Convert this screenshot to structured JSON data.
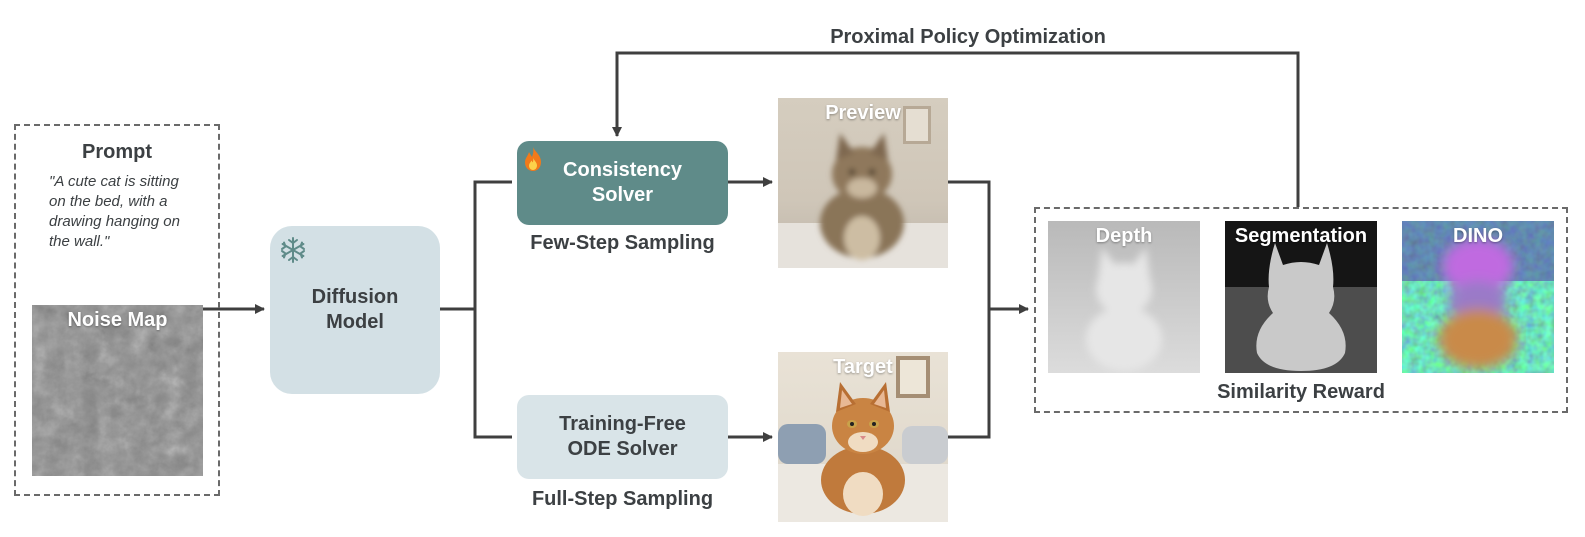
{
  "prompt": {
    "title": "Prompt",
    "text": "\"A cute cat is sitting on the bed, with a drawing hanging on the wall.\""
  },
  "noise_map": {
    "label": "Noise Map"
  },
  "diffusion_model": {
    "label_line1": "Diffusion",
    "label_line2": "Model",
    "status_icon": "snowflake-icon"
  },
  "consistency_solver": {
    "label_line1": "Consistency",
    "label_line2": "Solver",
    "status_icon": "fire-icon",
    "caption": "Few-Step Sampling"
  },
  "ode_solver": {
    "label_line1": "Training-Free",
    "label_line2": "ODE Solver",
    "caption": "Full-Step Sampling"
  },
  "preview": {
    "label": "Preview"
  },
  "target": {
    "label": "Target"
  },
  "feedback": {
    "label": "Proximal Policy Optimization"
  },
  "reward": {
    "caption": "Similarity Reward",
    "panels": [
      {
        "label": "Depth"
      },
      {
        "label": "Segmentation"
      },
      {
        "label": "DINO"
      }
    ]
  },
  "colors": {
    "consistency_solver": "#5f8b89",
    "frozen_model": "#d3e0e5",
    "ode_solver": "#d9e4e8",
    "wire": "#3f3f3f"
  }
}
